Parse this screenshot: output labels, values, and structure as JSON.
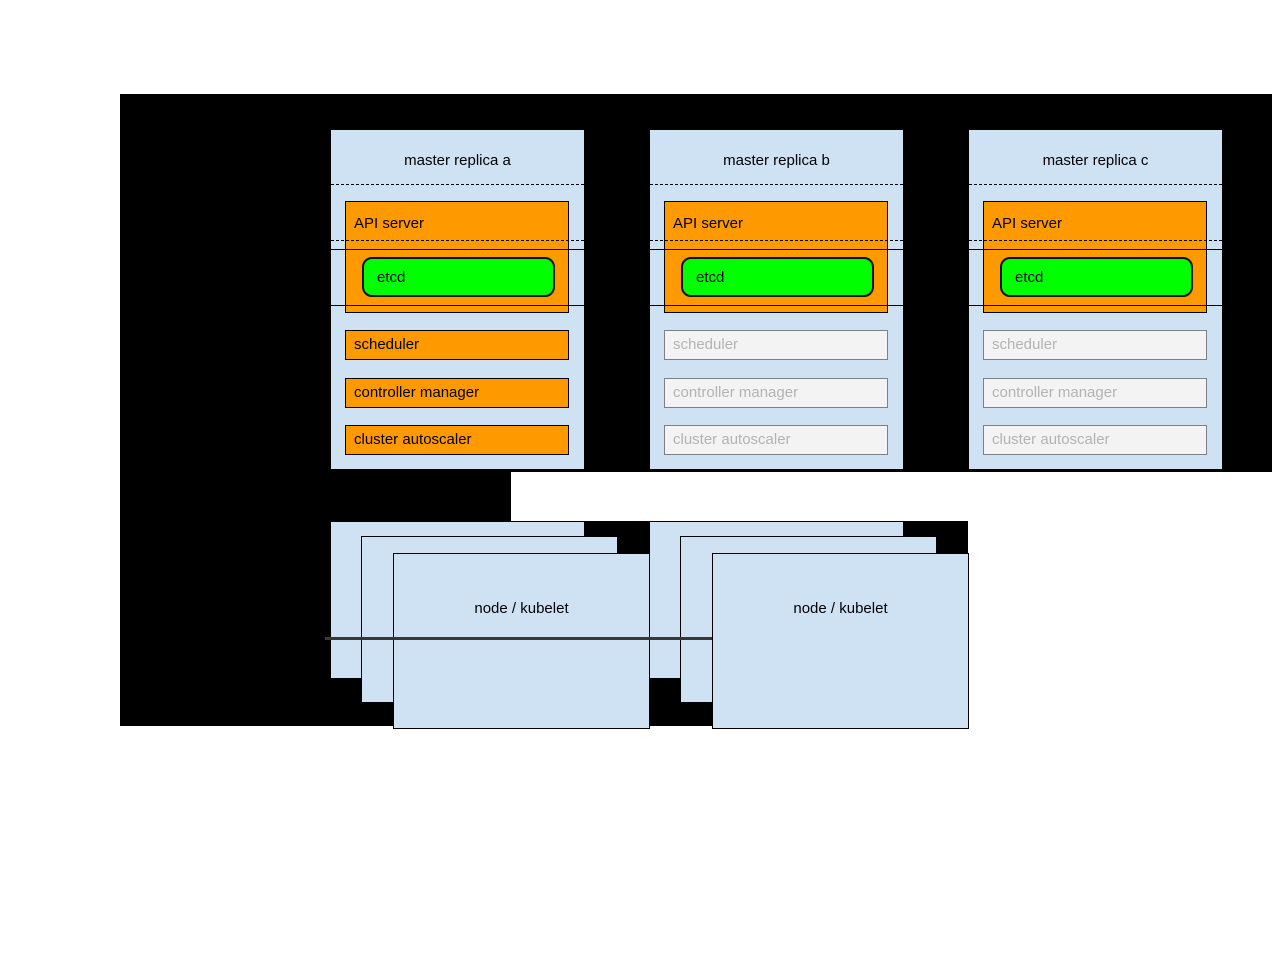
{
  "diagram_title": "kubernetes-ha-master-architecture",
  "replicas": [
    {
      "title": "master replica a",
      "api_server": "API server",
      "etcd": "etcd",
      "scheduler": "scheduler",
      "controller_manager": "controller manager",
      "cluster_autoscaler": "cluster autoscaler",
      "state": "active"
    },
    {
      "title": "master replica b",
      "api_server": "API server",
      "etcd": "etcd",
      "scheduler": "scheduler",
      "controller_manager": "controller manager",
      "cluster_autoscaler": "cluster autoscaler",
      "state": "standby"
    },
    {
      "title": "master replica c",
      "api_server": "API server",
      "etcd": "etcd",
      "scheduler": "scheduler",
      "controller_manager": "controller manager",
      "cluster_autoscaler": "cluster autoscaler",
      "state": "standby"
    }
  ],
  "node_stacks": [
    {
      "label": "node / kubelet"
    },
    {
      "label": "node / kubelet"
    }
  ],
  "colors": {
    "page_background": "#ffffff",
    "panel_background": "#000000",
    "box_blue": "#cfe2f3",
    "active_orange": "#ff9900",
    "etcd_green": "#00ff00",
    "inactive_fill": "#f3f3f3",
    "inactive_border": "#808080",
    "inactive_text": "#b3b3b3",
    "box_border": "#000000",
    "node_divider": "#383838"
  }
}
